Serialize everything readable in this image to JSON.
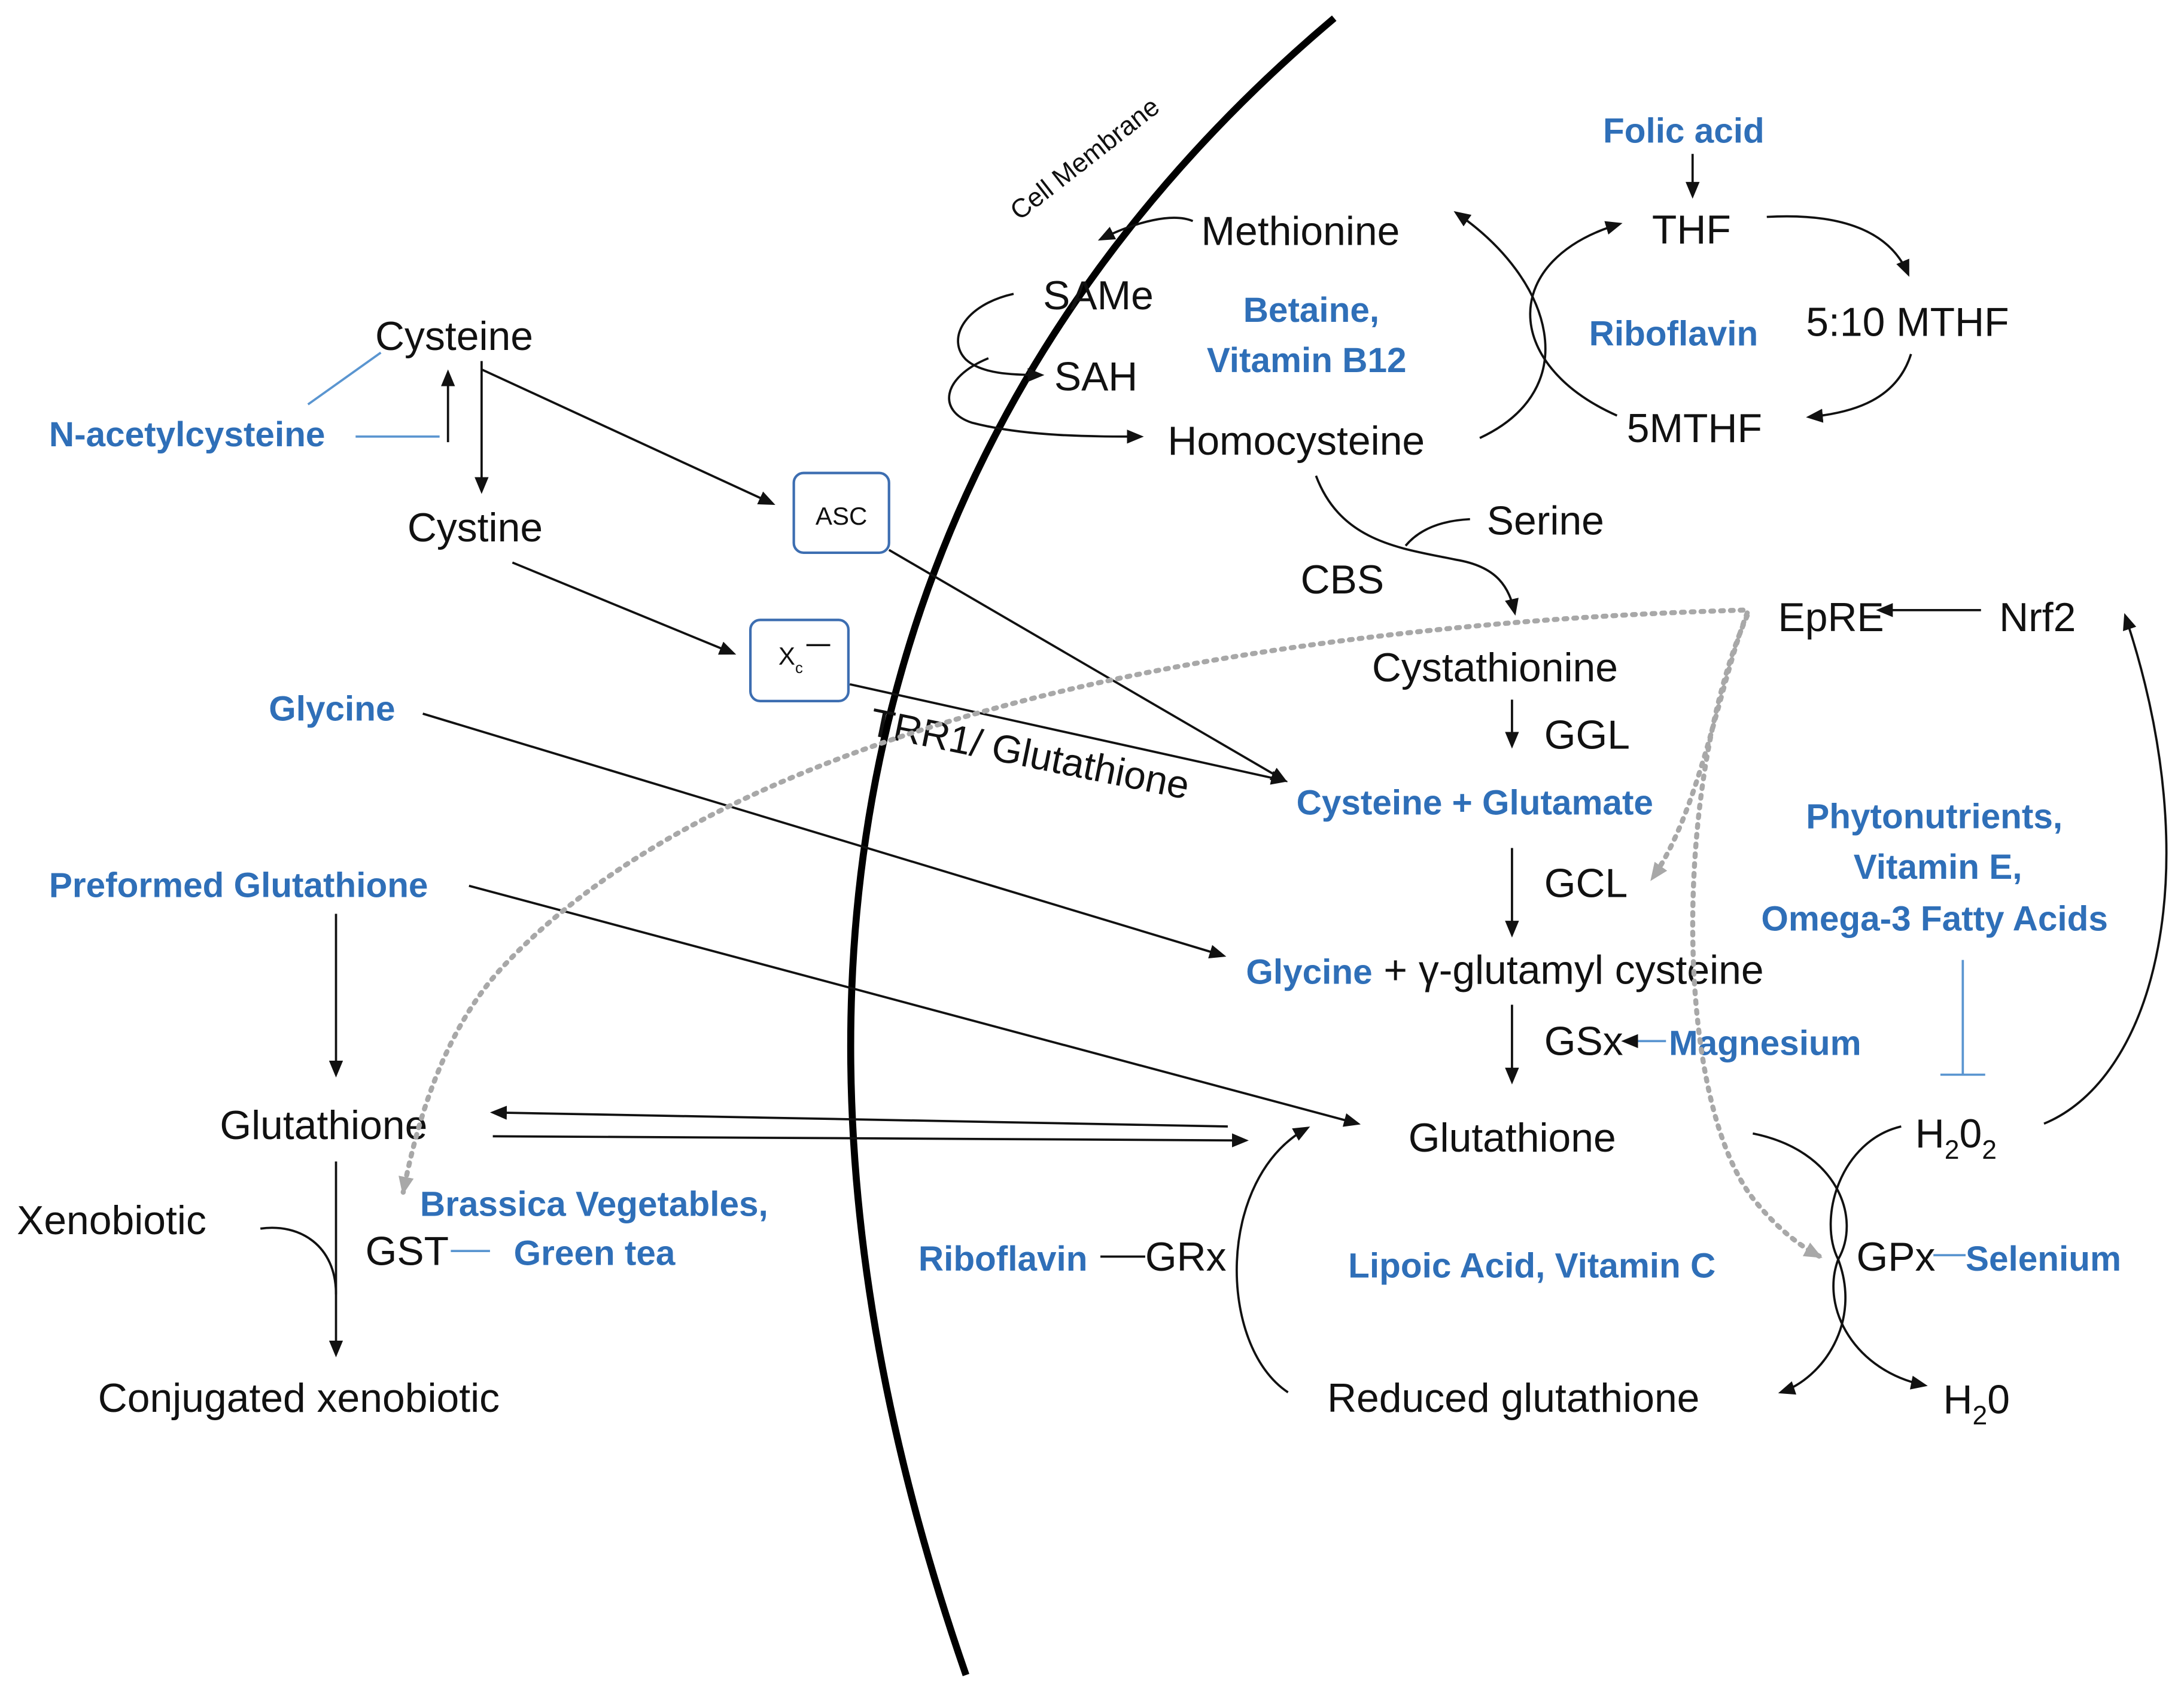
{
  "membrane_label": "Cell Membrane",
  "transporters": {
    "asc": "ASC",
    "xc_main": "X",
    "xc_sub": "c"
  },
  "outside": {
    "cysteine": "Cysteine",
    "nac": "N-acetylcysteine",
    "cystine": "Cystine",
    "glycine": "Glycine",
    "preformed_gsh": "Preformed Glutathione",
    "glutathione": "Glutathione",
    "xenobiotic": "Xenobiotic",
    "gst": "GST",
    "brassica": "Brassica Vegetables,",
    "green_tea": "Green tea",
    "conjugated": "Conjugated xenobiotic"
  },
  "methylation": {
    "methionine": "Methionine",
    "same": "SAMe",
    "sah": "SAH",
    "homocysteine": "Homocysteine",
    "betaine": "Betaine,",
    "b12": "Vitamin B12",
    "folic_acid": "Folic acid",
    "thf": "THF",
    "riboflavin": "Riboflavin",
    "mthf_510": "5:10 MTHF",
    "mthf5": "5MTHF"
  },
  "synthesis": {
    "serine": "Serine",
    "cbs": "CBS",
    "cystathionine": "Cystathionine",
    "ggl": "GGL",
    "trr1": "TRR1/ Glutathione",
    "cys_glu": "Cysteine + Glutamate",
    "gcl": "GCL",
    "glycine_blue": "Glycine",
    "gamma_rest": "+ γ-glutamyl cysteine",
    "gsx": "GSx",
    "magnesium": "Magnesium",
    "glutathione": "Glutathione"
  },
  "nrf2": {
    "epre": "EpRE",
    "nrf2": "Nrf2"
  },
  "antioxidant": {
    "phyto": "Phytonutrients,",
    "vit_e": "Vitamin E,",
    "omega3": "Omega-3 Fatty Acids",
    "h2o2_main": "H",
    "h2o2_sub1": "2",
    "h2o2_mid": "0",
    "h2o2_sub2": "2",
    "gpx": "GPx",
    "selenium": "Selenium",
    "h2o_main": "H",
    "h2o_sub": "2",
    "h2o_end": "0",
    "riboflavin": "Riboflavin",
    "grx": "GRx",
    "lipoic": "Lipoic Acid, Vitamin C",
    "reduced_gsh": "Reduced glutathione"
  }
}
